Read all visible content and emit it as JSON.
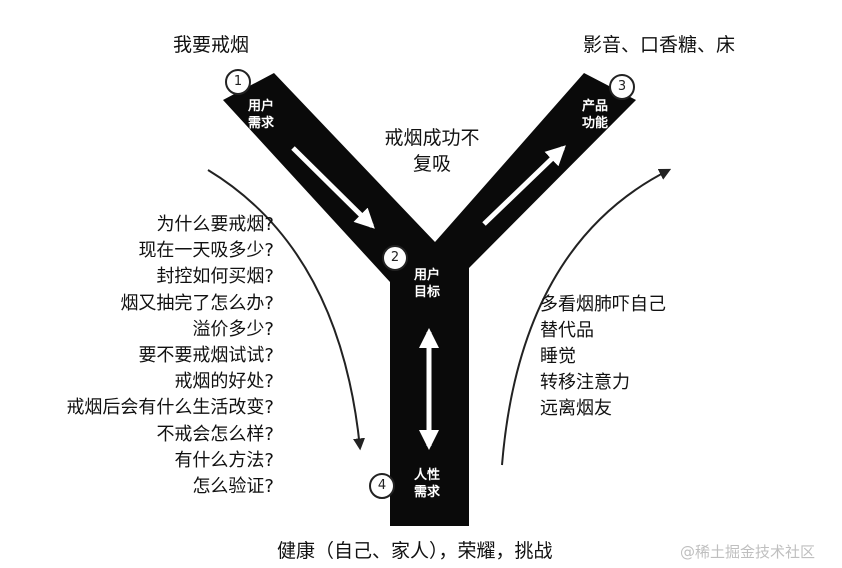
{
  "corners": {
    "top_left": "我要戒烟",
    "top_right": "影音、口香糖、床",
    "center": "戒烟成功不\n复吸",
    "bottom": "健康（自己、家人），荣耀，挑战"
  },
  "nodes": [
    {
      "number": "1",
      "label": "用户\n需求"
    },
    {
      "number": "2",
      "label": "用户\n目标"
    },
    {
      "number": "3",
      "label": "产品\n功能"
    },
    {
      "number": "4",
      "label": "人性\n需求"
    }
  ],
  "questions": [
    "为什么要戒烟?",
    "现在一天吸多少?",
    "封控如何买烟?",
    "烟又抽完了怎么办?",
    "溢价多少?",
    "要不要戒烟试试?",
    "戒烟的好处?",
    "戒烟后会有什么生活改变?",
    "不戒会怎么样?",
    "有什么方法?",
    "怎么验证?"
  ],
  "solutions": [
    "多看烟肺吓自己",
    "替代品",
    "睡觉",
    "转移注意力",
    "远离烟友"
  ],
  "watermark": "@稀土掘金技术社区",
  "colors": {
    "shape": "#0a0a0a",
    "text": "#111111",
    "watermark": "#bfbfbf"
  }
}
